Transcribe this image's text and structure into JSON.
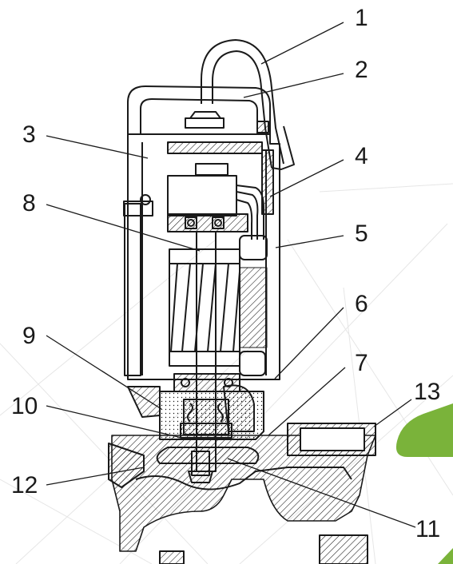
{
  "callouts": [
    {
      "id": "1",
      "text": "1"
    },
    {
      "id": "2",
      "text": "2"
    },
    {
      "id": "3",
      "text": "3"
    },
    {
      "id": "4",
      "text": "4"
    },
    {
      "id": "5",
      "text": "5"
    },
    {
      "id": "6",
      "text": "6"
    },
    {
      "id": "7",
      "text": "7"
    },
    {
      "id": "8",
      "text": "8"
    },
    {
      "id": "9",
      "text": "9"
    },
    {
      "id": "10",
      "text": "10"
    },
    {
      "id": "11",
      "text": "11"
    },
    {
      "id": "12",
      "text": "12"
    },
    {
      "id": "13",
      "text": "13"
    }
  ],
  "colors": {
    "line": "#1a1a1a",
    "accent": "#7ab33a",
    "watermark": "#e6e6e6",
    "background": "#ffffff"
  }
}
